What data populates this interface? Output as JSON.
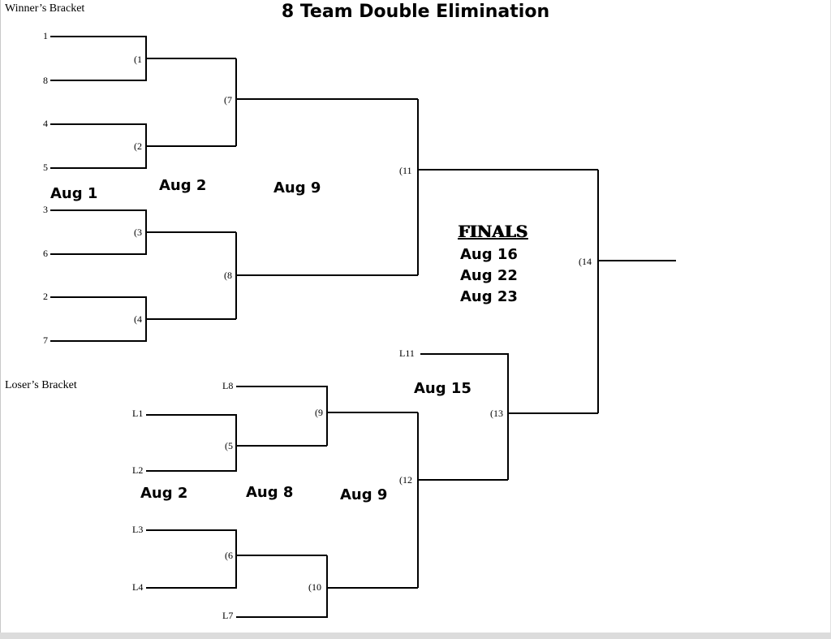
{
  "title": "8 Team Double Elimination",
  "winners_label": "Winner’s Bracket",
  "losers_label": "Loser’s Bracket",
  "finals": {
    "title": "FINALS",
    "dates": [
      "Aug 16",
      "Aug 22",
      "Aug 23"
    ]
  },
  "winners_seeds": [
    "1",
    "8",
    "4",
    "5",
    "3",
    "6",
    "2",
    "7"
  ],
  "winners_matches": {
    "m1": "(1",
    "m2": "(2",
    "m3": "(3",
    "m4": "(4",
    "m7": "(7",
    "m8": "(8",
    "m11": "(11",
    "m14": "(14"
  },
  "losers_entries": {
    "l1": "L1",
    "l2": "L2",
    "l3": "L3",
    "l4": "L4",
    "l7": "L7",
    "l8": "L8",
    "l11": "L11"
  },
  "losers_matches": {
    "m5": "(5",
    "m6": "(6",
    "m9": "(9",
    "m10": "(10",
    "m12": "(12",
    "m13": "(13"
  },
  "round_dates": {
    "w_round1": "Aug 1",
    "w_round2": "Aug 2",
    "w_round3": "Aug 9",
    "l_round1": "Aug 2",
    "l_round2": "Aug 8",
    "l_round3": "Aug 9",
    "l_round4": "Aug 15"
  }
}
